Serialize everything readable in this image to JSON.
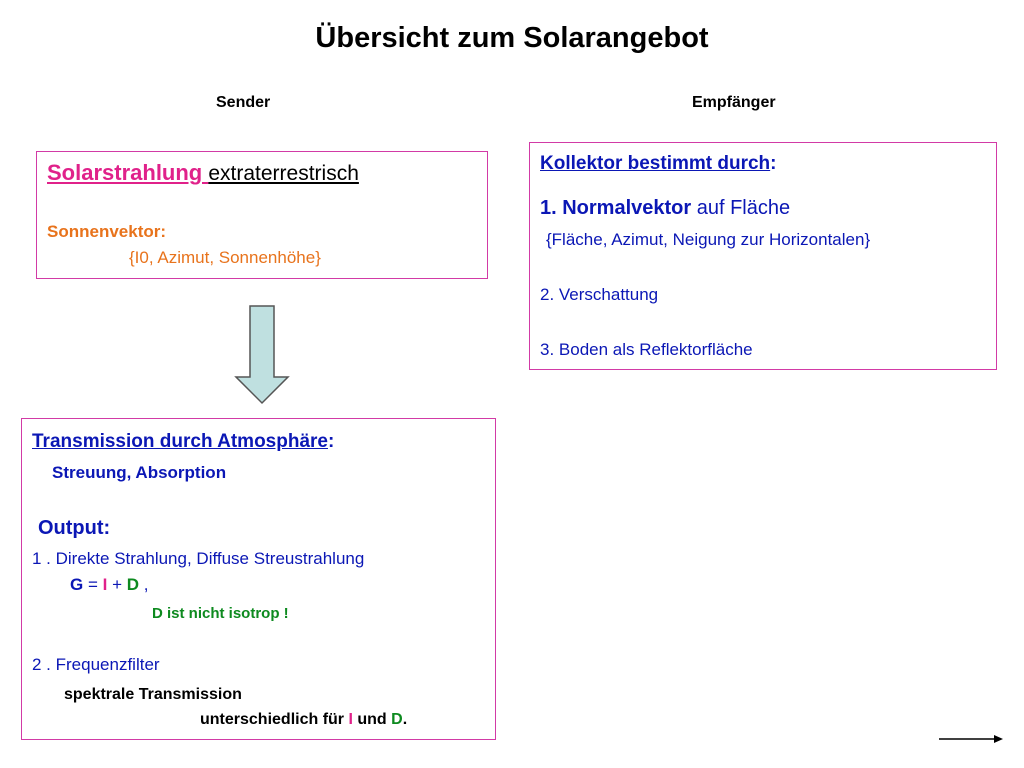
{
  "title": "Übersicht zum Solarangebot",
  "columns": {
    "sender": "Sender",
    "empfaenger": "Empfänger"
  },
  "sender_box": {
    "heading": "Solarstrahlung ",
    "heading_suffix": "extraterrestrisch",
    "sonnenvektor_label": "Sonnenvektor:",
    "sonnenvektor_value": "{I0, Azimut, Sonnenhöhe}"
  },
  "receiver_box": {
    "heading": "Kollektor bestimmt durch",
    "heading_colon": ":",
    "item1_bold": "1. Normalvektor",
    "item1_rest": " auf Fläche",
    "item1_detail": "{Fläche, Azimut, Neigung zur Horizontalen}",
    "item2": "2. Verschattung",
    "item3": "3. Boden als Reflektorfläche"
  },
  "transmission_box": {
    "heading": "Transmission durch Atmosphäre",
    "heading_colon": ":",
    "subheading": "Streuung, Absorption",
    "output_label": "Output:",
    "item1": "1 . Direkte Strahlung, Diffuse Streustrahlung",
    "formula_g": "G",
    "formula_eq": " = ",
    "formula_i": "I",
    "formula_plus": "  + ",
    "formula_d": "D",
    "formula_comma": "  ,",
    "note": "D ist nicht isotrop !",
    "item2_num": "2 .  ",
    "item2_text": "Frequenzfilter",
    "spectral_label": "spektrale Transmission",
    "diff_prefix": "unterschiedlich für ",
    "diff_i": "I",
    "diff_und": " und ",
    "diff_d": "D",
    "diff_dot": "."
  },
  "colors": {
    "border": "#d23aa6",
    "magenta": "#e0218a",
    "orange": "#e8731c",
    "blue": "#0b17b5",
    "green": "#0d8a1f",
    "arrow_fill": "#bfe0e0"
  },
  "icons": {
    "down_arrow": "down-arrow-icon",
    "right_arrow": "right-arrow-icon"
  }
}
